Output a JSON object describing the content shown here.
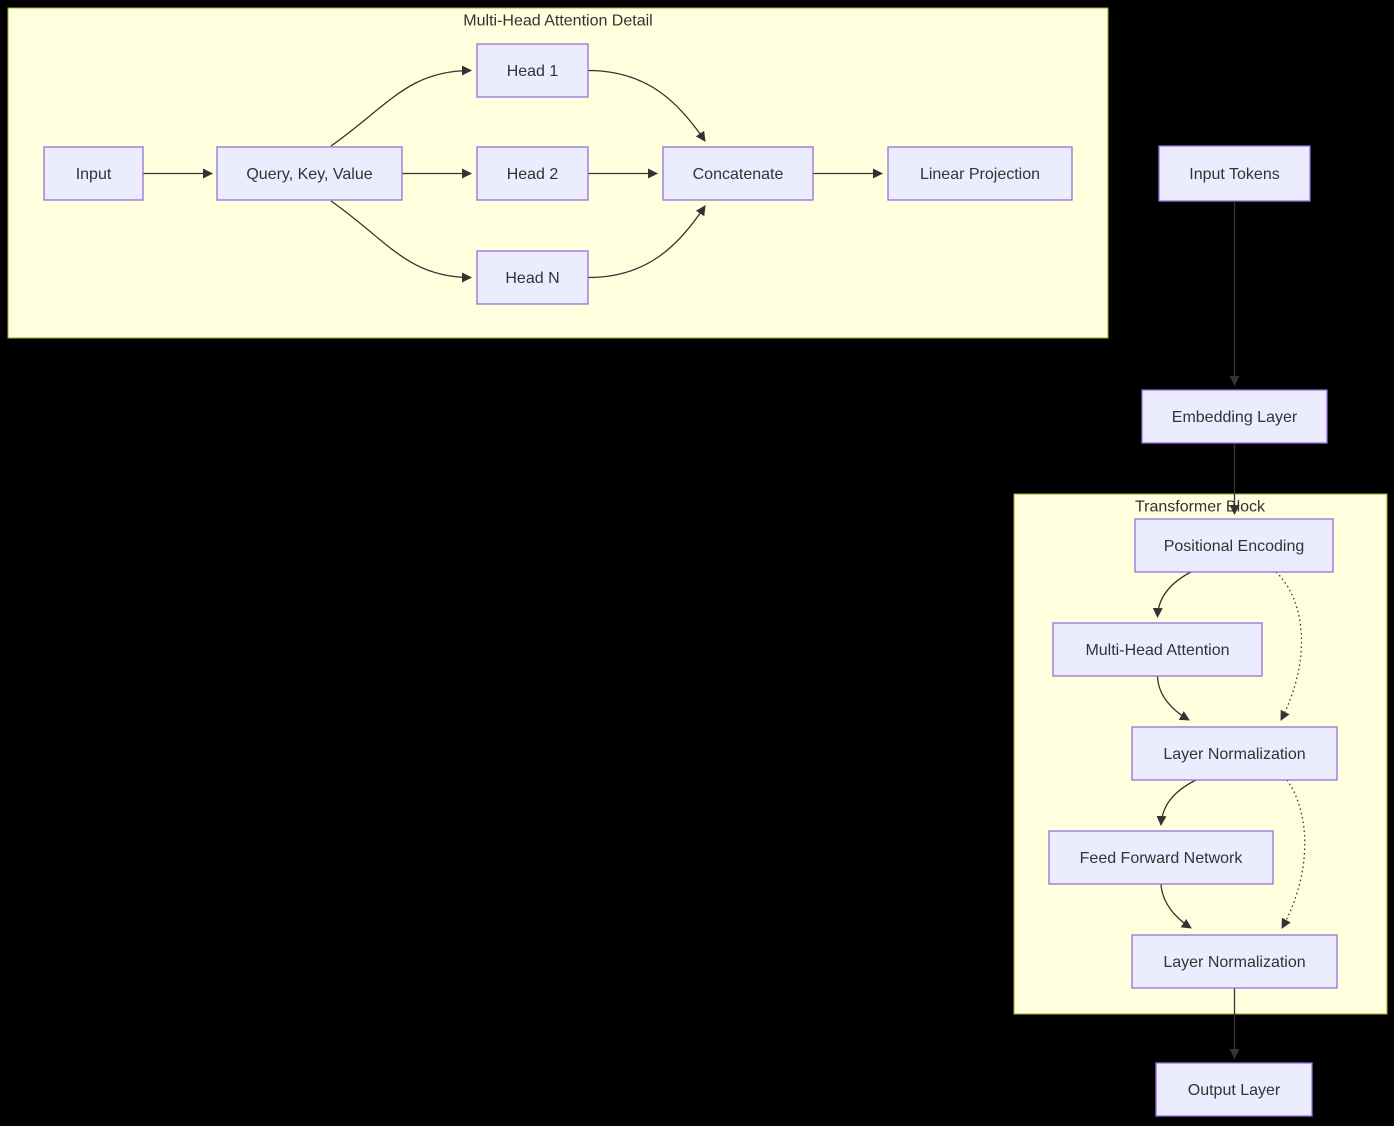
{
  "diagram": {
    "type": "flowchart",
    "background_color": "#000000",
    "colors": {
      "node_fill": "#ECECFF",
      "node_border": "#9370DB",
      "subgraph_fill": "#FFFFDE",
      "subgraph_border": "#AAAA33",
      "edge_color": "#333333",
      "text_color": "#333333"
    },
    "subgraphs": {
      "mha_detail": {
        "title": "Multi-Head Attention Detail"
      },
      "transformer_block": {
        "title": "Transformer Block"
      }
    },
    "nodes": {
      "input": {
        "label": "Input"
      },
      "qkv": {
        "label": "Query, Key, Value"
      },
      "head1": {
        "label": "Head 1"
      },
      "head2": {
        "label": "Head 2"
      },
      "headn": {
        "label": "Head N"
      },
      "concat": {
        "label": "Concatenate"
      },
      "linproj": {
        "label": "Linear Projection"
      },
      "input_tokens": {
        "label": "Input Tokens"
      },
      "embedding": {
        "label": "Embedding Layer"
      },
      "pos_enc": {
        "label": "Positional Encoding"
      },
      "mha": {
        "label": "Multi-Head Attention"
      },
      "ln1": {
        "label": "Layer Normalization"
      },
      "ffn": {
        "label": "Feed Forward Network"
      },
      "ln2": {
        "label": "Layer Normalization"
      },
      "output": {
        "label": "Output Layer"
      }
    },
    "edges": [
      {
        "from": "input",
        "to": "qkv",
        "style": "solid"
      },
      {
        "from": "qkv",
        "to": "head1",
        "style": "solid"
      },
      {
        "from": "qkv",
        "to": "head2",
        "style": "solid"
      },
      {
        "from": "qkv",
        "to": "headn",
        "style": "solid"
      },
      {
        "from": "head1",
        "to": "concat",
        "style": "solid"
      },
      {
        "from": "head2",
        "to": "concat",
        "style": "solid"
      },
      {
        "from": "headn",
        "to": "concat",
        "style": "solid"
      },
      {
        "from": "concat",
        "to": "linproj",
        "style": "solid"
      },
      {
        "from": "input_tokens",
        "to": "embedding",
        "style": "solid"
      },
      {
        "from": "embedding",
        "to": "pos_enc",
        "style": "solid"
      },
      {
        "from": "pos_enc",
        "to": "mha",
        "style": "solid"
      },
      {
        "from": "pos_enc",
        "to": "ln1",
        "style": "dotted"
      },
      {
        "from": "mha",
        "to": "ln1",
        "style": "solid"
      },
      {
        "from": "ln1",
        "to": "ffn",
        "style": "solid"
      },
      {
        "from": "ln1",
        "to": "ln2",
        "style": "dotted"
      },
      {
        "from": "ffn",
        "to": "ln2",
        "style": "solid"
      },
      {
        "from": "ln2",
        "to": "output",
        "style": "solid"
      }
    ]
  }
}
